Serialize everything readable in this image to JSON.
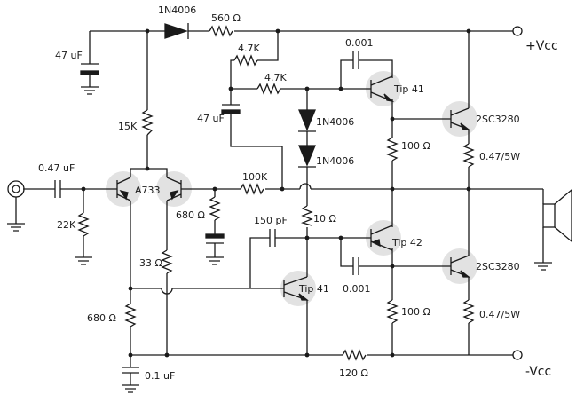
{
  "labels": {
    "d1_part": "1N4006",
    "r_top": "560 Ω",
    "c_top": "47 uF",
    "r47_a": "4.7K",
    "r47_b": "4.7K",
    "c_boot": "0.001",
    "q1": "Tip 41",
    "c_mid": "47 uF",
    "d2_part": "1N4006",
    "d3_part": "1N4006",
    "r15k": "15K",
    "c_in": "0.47 uF",
    "pair": "A733",
    "r100k": "100K",
    "r22k": "22K",
    "r680_a": "680 Ω",
    "c150": "150 pF",
    "r10": "10 Ω",
    "q2": "Tip 42",
    "r33": "33 Ω",
    "q3": "Tip 41",
    "c_low": "0.001",
    "r680_b": "680 Ω",
    "c01": "0.1 uF",
    "r120": "120 Ω",
    "r100_top": "100 Ω",
    "r100_bot": "100 Ω",
    "q4": "2SC3280",
    "q5": "2SC3280",
    "re_top": "0.47/5W",
    "re_bot": "0.47/5W",
    "vcc_pos": "+Vcc",
    "vcc_neg": "-Vcc"
  }
}
